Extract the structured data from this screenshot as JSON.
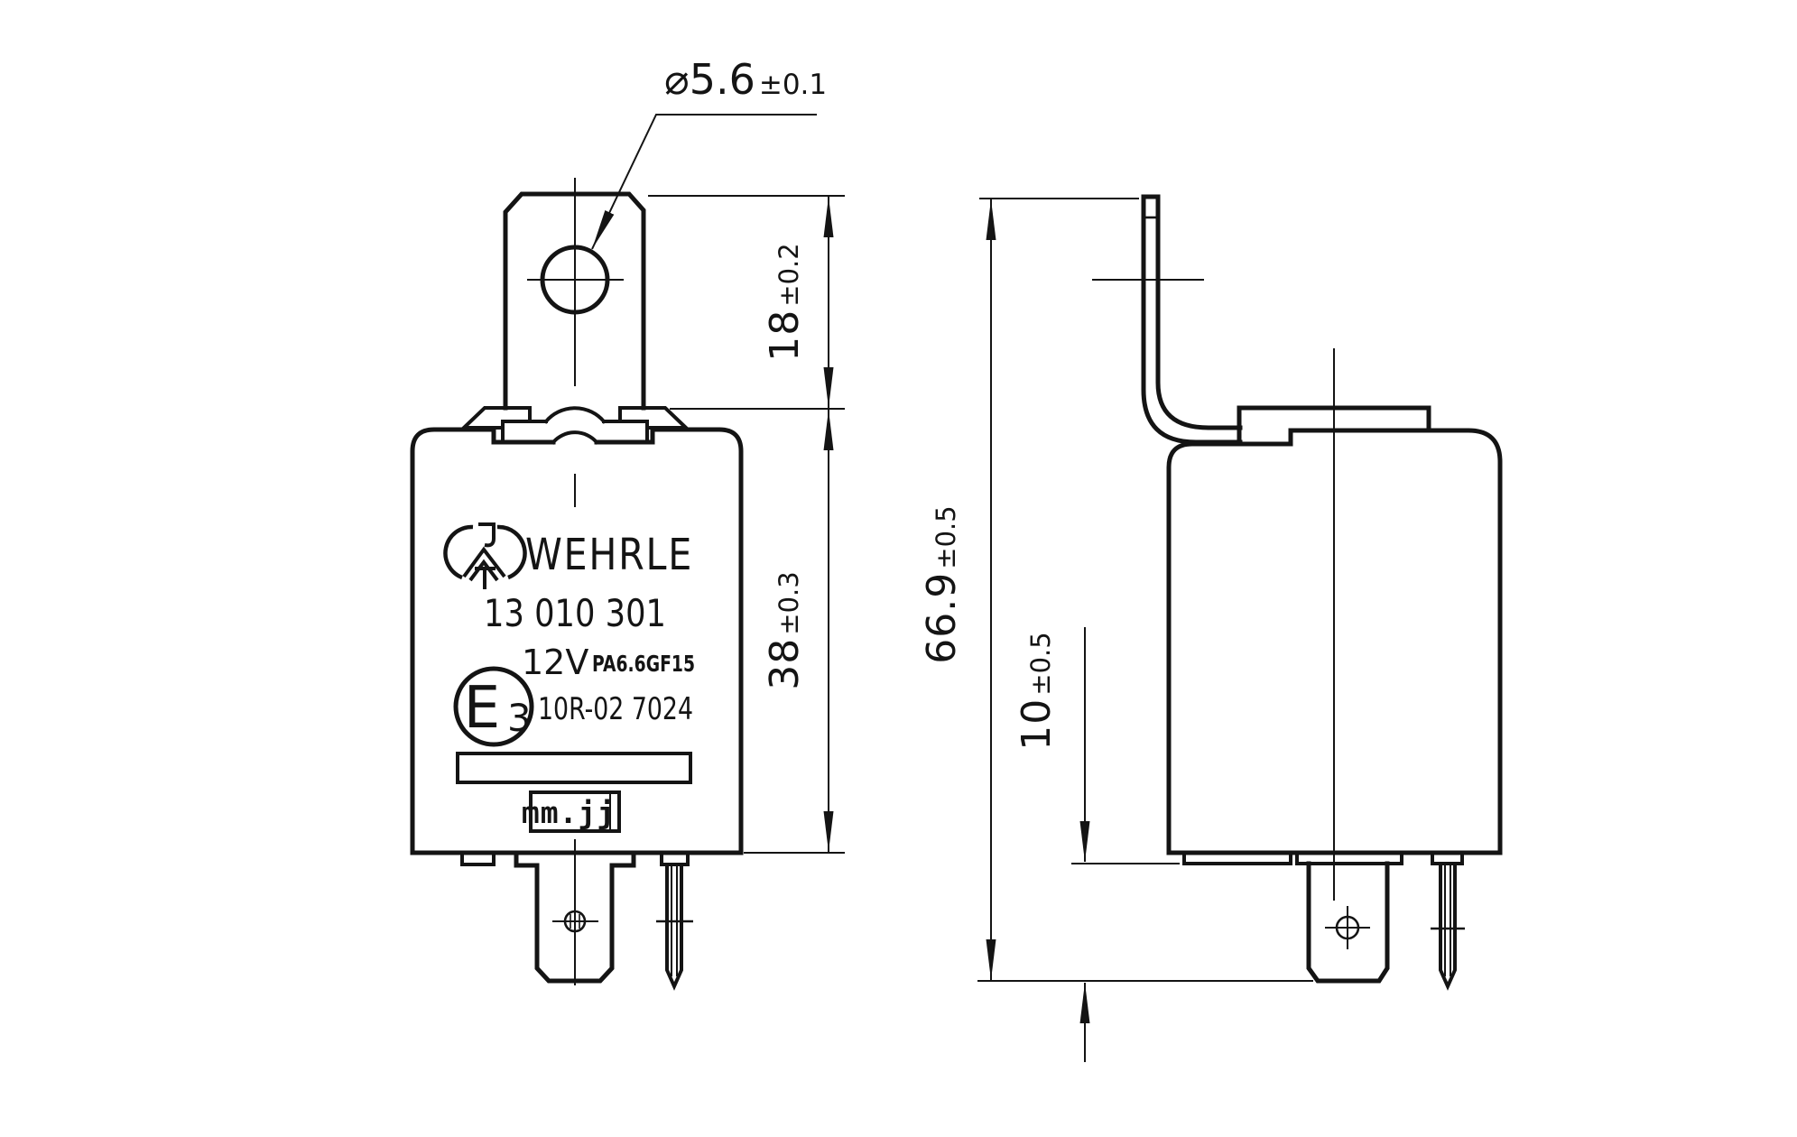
{
  "drawing": {
    "brand": "WEHRLE",
    "part_number": "13 010 301",
    "voltage": "12V",
    "material": "PA6.6GF15",
    "approval_mark": {
      "letter": "E",
      "number": "3"
    },
    "approval_code": "10R-02 7024",
    "date_stamp": "mm.jj"
  },
  "dimensions": {
    "hole_diameter": {
      "label": "⌀5.6",
      "tolerance": "±0.1"
    },
    "tab_height": {
      "value": "18",
      "tolerance": "±0.2"
    },
    "body_height": {
      "value": "38",
      "tolerance": "±0.3"
    },
    "total_height": {
      "value": "66.9",
      "tolerance": "±0.5"
    },
    "terminal_length": {
      "value": "10",
      "tolerance": "±0.5"
    }
  }
}
